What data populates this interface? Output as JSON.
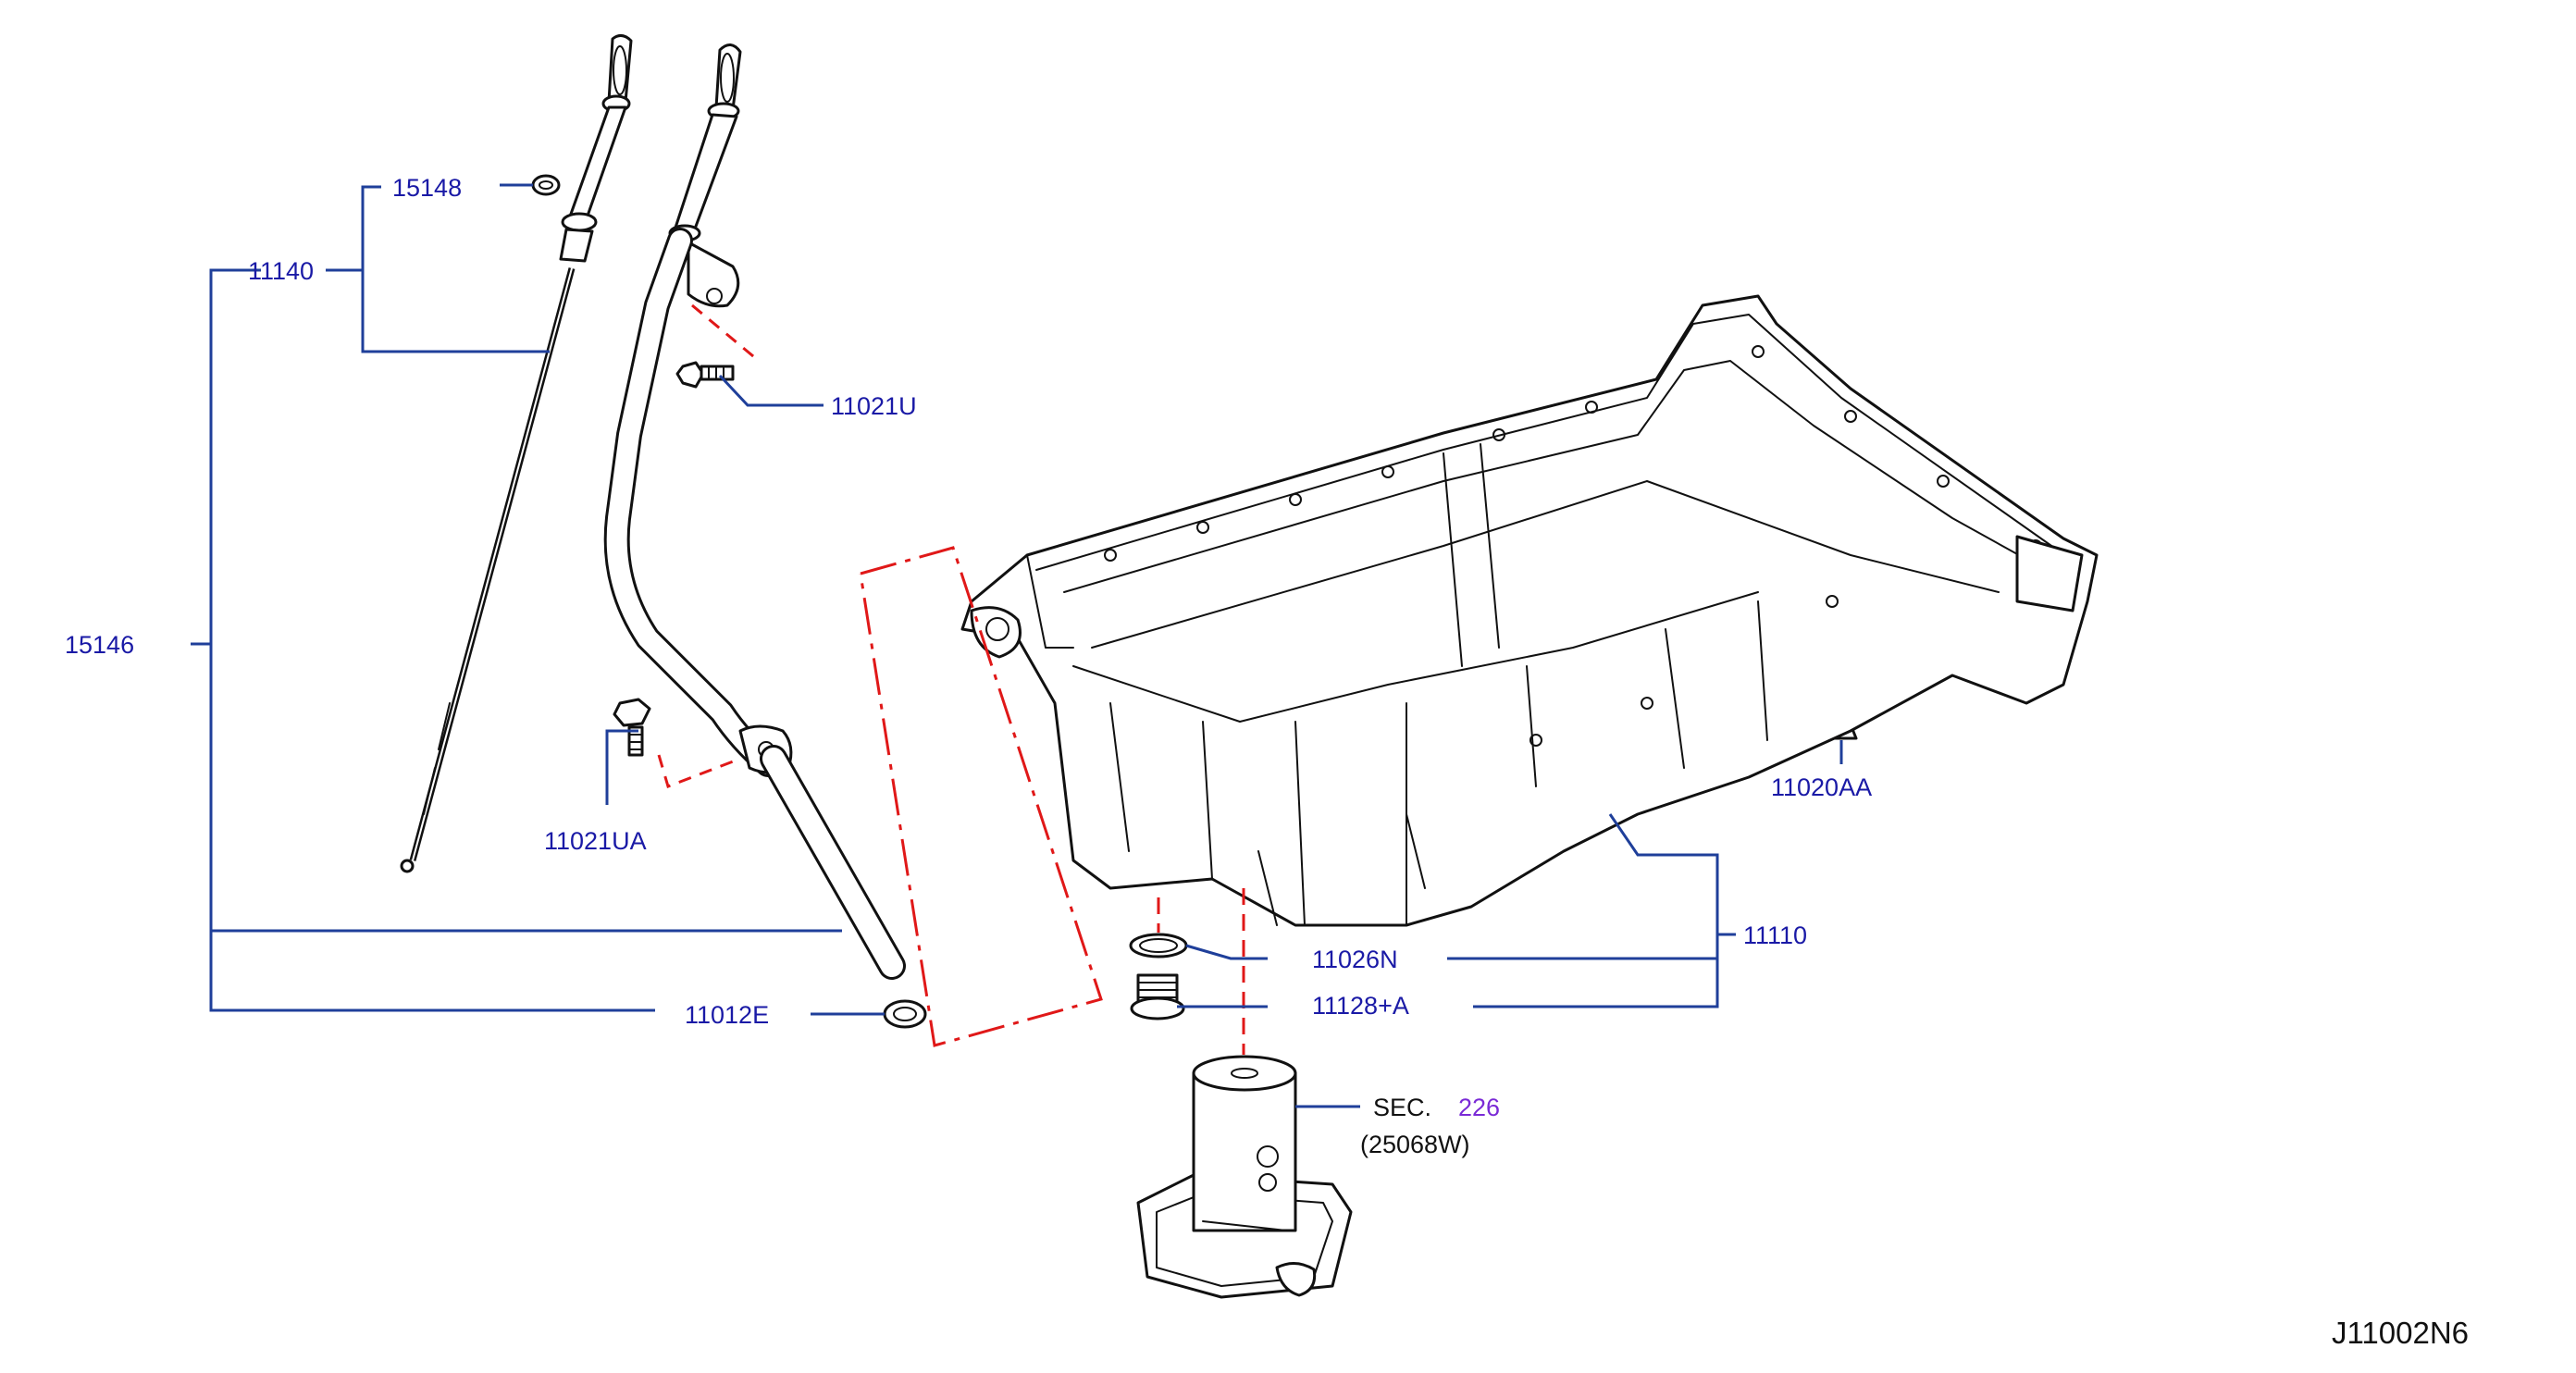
{
  "colors": {
    "leader": "#1f3f9a",
    "label": "#1a1aa6",
    "dashed": "#e01818",
    "section_link": "#7a2ad6",
    "line_art": "#111111"
  },
  "labels": {
    "p15148": "15148",
    "p11140": "11140",
    "p11021U": "11021U",
    "p15146": "15146",
    "p11021UA": "11021UA",
    "p11012E": "11012E",
    "p11020AA": "11020AA",
    "p11110": "11110",
    "p11026N": "11026N",
    "p11128A": "11128+A",
    "sec_prefix": "SEC.",
    "sec_number": "226",
    "sec_ref": "(25068W)"
  },
  "diagram_code": "J11002N6"
}
